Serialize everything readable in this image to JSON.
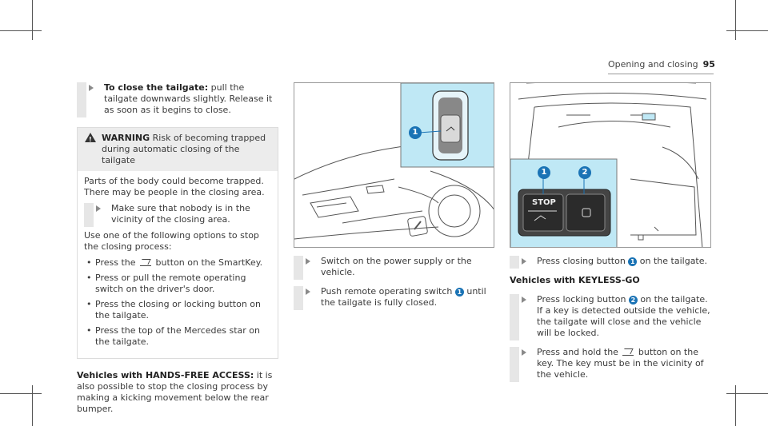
{
  "header": {
    "section": "Opening and closing",
    "page_number": "95"
  },
  "left": {
    "step1_title": "To close the tailgate:",
    "step1_text": " pull the tailgate downwards slightly. Release it as soon as it begins to close.",
    "warning_label": "WARNING",
    "warning_title": " Risk of becoming trapped during automatic closing of the tailgate",
    "warning_p1": "Parts of the body could become trapped. There may be people in the closing area.",
    "warning_step": "Make sure that nobody is in the vicinity of the closing area.",
    "warning_p2": "Use one of the following options to stop the closing process:",
    "bullet1_a": "Press the ",
    "bullet1_b": " button on the SmartKey.",
    "bullet2": "Press or pull the remote operating switch on the driver's door.",
    "bullet3": "Press the closing or locking button on the tailgate.",
    "bullet4": "Press the top of the Mercedes star on the tailgate.",
    "hfa_title": "Vehicles with HANDS-FREE ACCESS:",
    "hfa_text": " it is also possible to stop the closing process by making a kicking movement below the rear bumper."
  },
  "middle": {
    "callout1": "1",
    "step1": "Switch on the power supply or the vehicle.",
    "step2_a": "Push remote operating switch ",
    "step2_callout": "1",
    "step2_b": " until the tailgate is fully closed."
  },
  "right": {
    "callout1": "1",
    "callout2": "2",
    "stop_label": "STOP",
    "step1_a": "Press closing button ",
    "step1_callout": "1",
    "step1_b": " on the tailgate.",
    "keyless_title": "Vehicles with KEYLESS-GO",
    "step2_a": "Press locking button ",
    "step2_callout": "2",
    "step2_b": " on the tailgate. If a key is detected outside the vehicle, the tailgate will close and the vehicle will be locked.",
    "step3_a": "Press and hold the ",
    "step3_b": " button on the key. The key must be in the vicinity of the vehicle."
  },
  "colors": {
    "callout": "#1a73b5",
    "highlight": "#bfe8f5"
  }
}
